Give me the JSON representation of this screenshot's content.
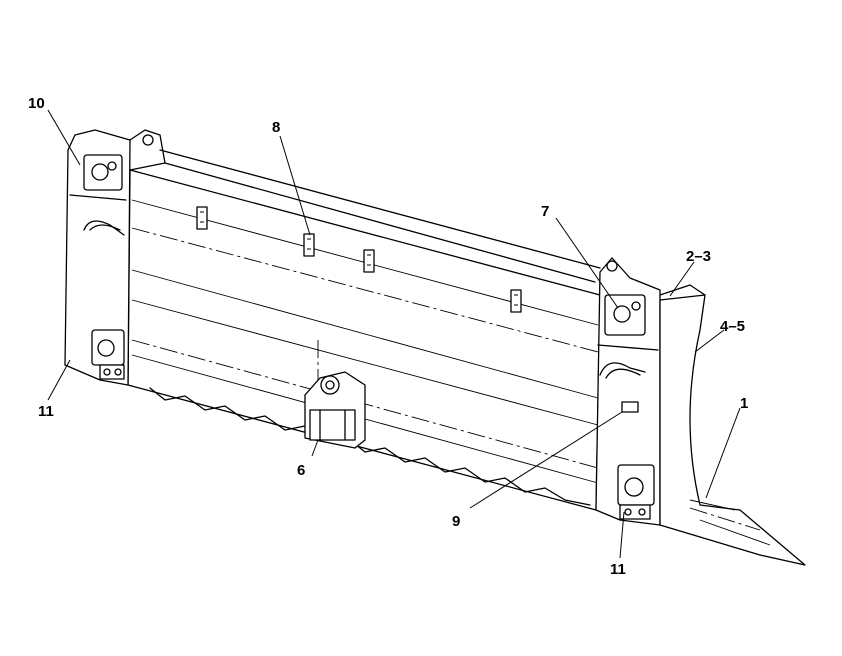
{
  "callouts": [
    {
      "id": "c1",
      "text": "1"
    },
    {
      "id": "c2",
      "text": "2–3"
    },
    {
      "id": "c4",
      "text": "4–5"
    },
    {
      "id": "c6",
      "text": "6"
    },
    {
      "id": "c7",
      "text": "7"
    },
    {
      "id": "c8",
      "text": "8"
    },
    {
      "id": "c9",
      "text": "9"
    },
    {
      "id": "c10",
      "text": "10"
    },
    {
      "id": "c11a",
      "text": "11"
    },
    {
      "id": "c11b",
      "text": "11"
    }
  ]
}
